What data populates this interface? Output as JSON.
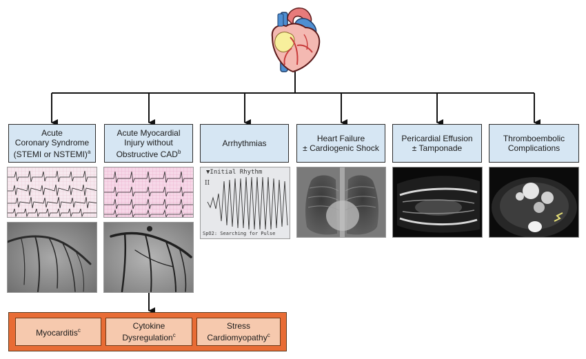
{
  "categories": [
    {
      "id": "acs",
      "label": "Acute\nCoronary Syndrome\n(STEMI or NSTEMI)",
      "sup": "a"
    },
    {
      "id": "injury",
      "label": "Acute Myocardial\nInjury without\nObstructive CAD",
      "sup": "b"
    },
    {
      "id": "arrhythmias",
      "label": "Arrhythmias",
      "sup": ""
    },
    {
      "id": "heart-failure",
      "label": "Heart Failure\n± Cardiogenic Shock",
      "sup": ""
    },
    {
      "id": "pericardial",
      "label": "Pericardial Effusion\n± Tamponade",
      "sup": ""
    },
    {
      "id": "thromboembolic",
      "label": "Thromboembolic\nComplications",
      "sup": ""
    }
  ],
  "rhythm_strip": {
    "title": "▼Initial Rhythm",
    "lead": "II",
    "footer": "SpO2: Searching for Pulse"
  },
  "subcategories": [
    {
      "id": "myocarditis",
      "label": "Myocarditis",
      "sup": "c"
    },
    {
      "id": "cytokine",
      "label": "Cytokine\nDysregulation",
      "sup": "c"
    },
    {
      "id": "stress",
      "label": "Stress\nCardiomyopathy",
      "sup": "c"
    }
  ],
  "colors": {
    "category_fill": "#d6e6f3",
    "subgroup_frame": "#e86c35",
    "subgroup_fill": "#f6c9ae",
    "connector": "#111111"
  }
}
